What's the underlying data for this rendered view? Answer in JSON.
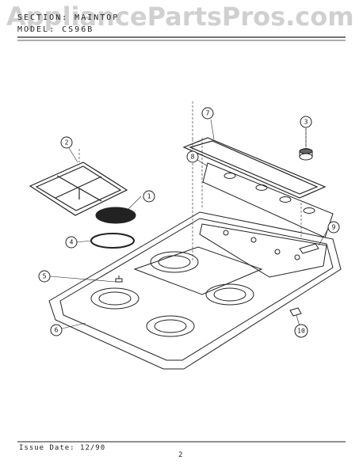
{
  "header": {
    "section_line": "SECTION: MAINTOP",
    "model_line": "MODEL: CS96B"
  },
  "watermark": {
    "text": "AppliancePartsPros.com"
  },
  "callouts": [
    "1",
    "2",
    "3",
    "4",
    "5",
    "6",
    "7",
    "8",
    "9",
    "10"
  ],
  "footer": {
    "issue_date": "Issue Date: 12/90",
    "page_number": "2"
  }
}
